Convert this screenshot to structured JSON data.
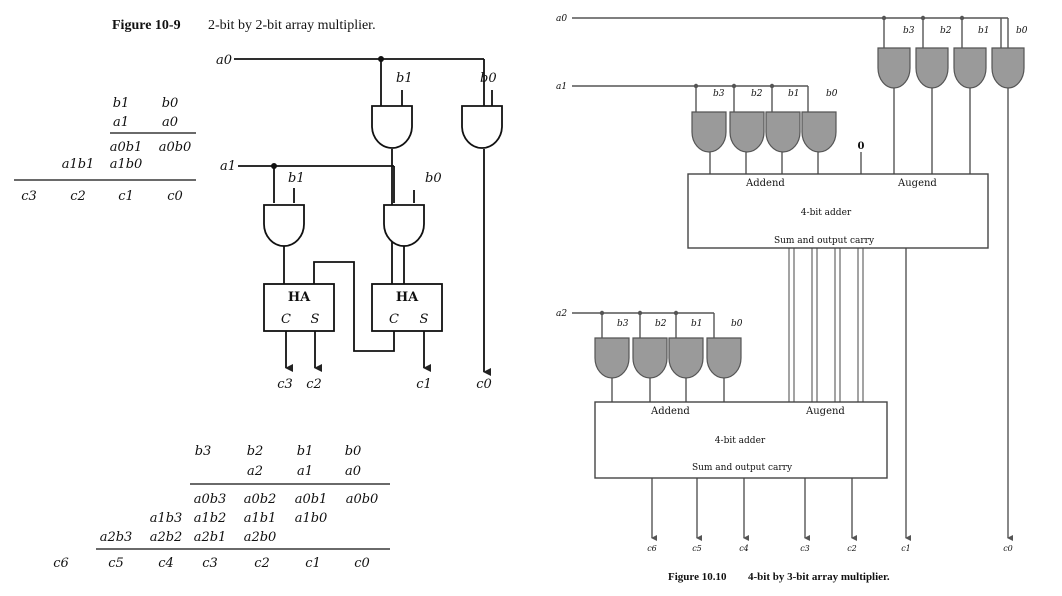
{
  "figure_9": {
    "number": "Figure 10-9",
    "caption": "2-bit by 2-bit array multiplier.",
    "inputs": {
      "a0": "a0",
      "a1": "a1",
      "b1": "b1",
      "b0": "b0"
    },
    "half_adder_label": "HA",
    "carry_label": "C",
    "sum_label": "S",
    "outputs": [
      "c3",
      "c2",
      "c1",
      "c0"
    ],
    "table": {
      "multiplicand": [
        "b1",
        "b0"
      ],
      "multiplier": [
        "a1",
        "a0"
      ],
      "partial_1": [
        "a0b1",
        "a0b0"
      ],
      "partial_2": [
        "a1b1",
        "a1b0"
      ],
      "result": [
        "c3",
        "c2",
        "c1",
        "c0"
      ]
    }
  },
  "table_4x3": {
    "multiplicand": [
      "b3",
      "b2",
      "b1",
      "b0"
    ],
    "multiplier": [
      "a2",
      "a1",
      "a0"
    ],
    "row_1": [
      "a0b3",
      "a0b2",
      "a0b1",
      "a0b0"
    ],
    "row_2": [
      "a1b3",
      "a1b2",
      "a1b1",
      "a1b0"
    ],
    "row_3": [
      "a2b3",
      "a2b2",
      "a2b1",
      "a2b0"
    ],
    "result": [
      "c6",
      "c5",
      "c4",
      "c3",
      "c2",
      "c1",
      "c0"
    ]
  },
  "figure_10": {
    "number": "Figure 10.10",
    "caption": "4-bit by 3-bit array multiplier.",
    "inputs": {
      "a0": "a0",
      "a1": "a1",
      "a2": "a2"
    },
    "b_labels": [
      "b3",
      "b2",
      "b1",
      "b0"
    ],
    "zero_label": "0",
    "adder": {
      "addend": "Addend",
      "augend": "Augend",
      "title": "4-bit adder",
      "sum": "Sum and output carry"
    },
    "outputs": [
      "c6",
      "c5",
      "c4",
      "c3",
      "c2",
      "c1",
      "c0"
    ],
    "gate_fill": "#9a9a9a"
  }
}
